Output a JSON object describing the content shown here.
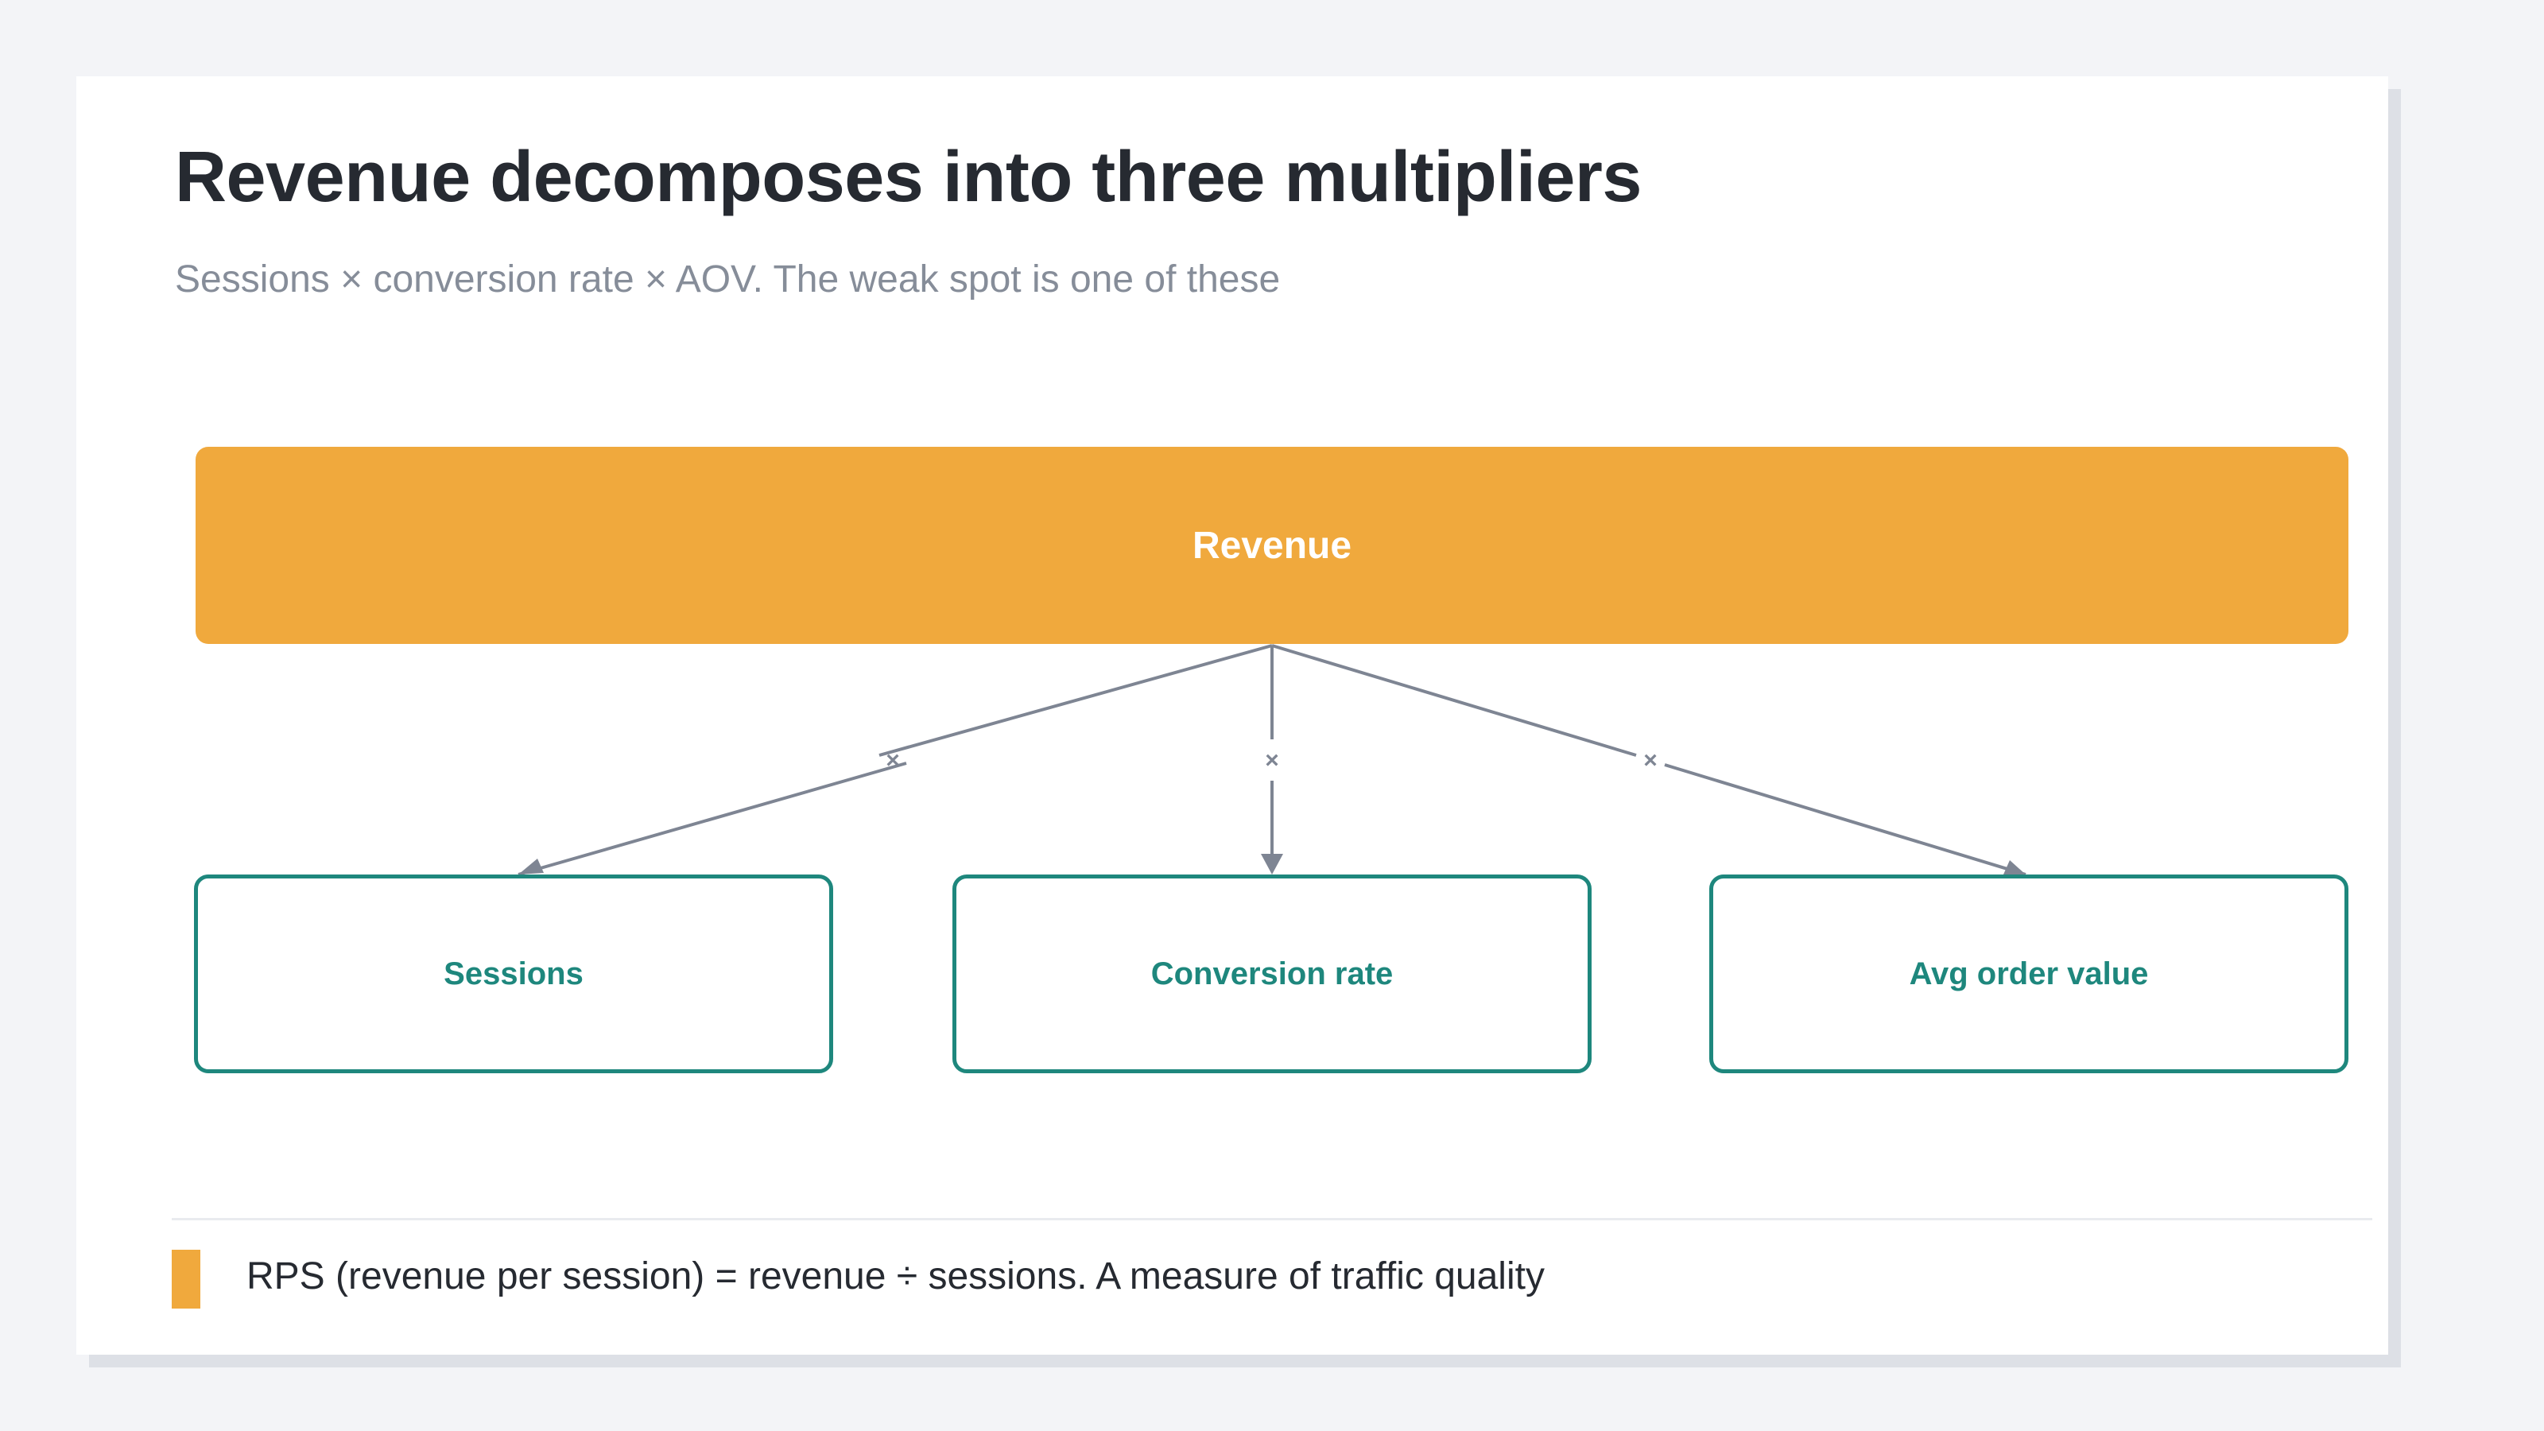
{
  "slide": {
    "title": "Revenue decomposes into three multipliers",
    "subtitle": "Sessions × conversion rate × AOV. The weak spot is one of these"
  },
  "diagram": {
    "root": {
      "label": "Revenue"
    },
    "children": [
      {
        "label": "Sessions",
        "edge_label": "×"
      },
      {
        "label": "Conversion rate",
        "edge_label": "×"
      },
      {
        "label": "Avg order value",
        "edge_label": "×"
      }
    ]
  },
  "footer": {
    "note": "RPS (revenue per session) = revenue ÷ sessions. A measure of traffic quality"
  },
  "colors": {
    "root_fill": "#f0a93d",
    "child_border": "#1e877d",
    "connector": "#7e8593",
    "accent": "#f0a93d"
  }
}
